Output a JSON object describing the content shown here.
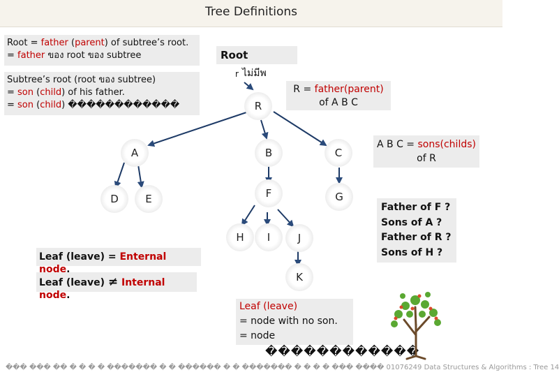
{
  "title": "Tree Definitions",
  "left_box": {
    "line1_a": "Root = ",
    "line1_b": "father",
    "line1_c": " (",
    "line1_d": "parent",
    "line1_e": ")  of subtree’s root.",
    "line2_a": "= ",
    "line2_b": "father",
    "line2_c": " ของ root ของ subtree"
  },
  "left_box2": {
    "line1": "Subtree’s root (root ของ subtree)",
    "line2_a": "= ",
    "line2_b": "son",
    "line2_c": " (",
    "line2_d": "child",
    "line2_e": ") of his father.",
    "line3_a": "= ",
    "line3_b": "son",
    "line3_c": " (",
    "line3_d": "child",
    "line3_e": ") ������������"
  },
  "root_label": "Root",
  "r_label": "r",
  "thai_label": "ไม่มีพ",
  "father_box": {
    "line1_a": "R = ",
    "line1_b": "father(parent)",
    "line2": "of A B C"
  },
  "sons_box": {
    "line1_a": "A B C = ",
    "line1_b": "sons(childs)",
    "line2": "of R"
  },
  "questions": [
    "Father of F ?",
    "Sons of A ?",
    "Father of R ?",
    "Sons of H ?"
  ],
  "leaf_external": {
    "a": "Leaf (leave) = ",
    "b": "Enternal node",
    "c": "."
  },
  "leaf_internal": {
    "a": "Leaf (leave) ",
    "b": "≠",
    "c": " ",
    "d": "Internal node",
    "e": "."
  },
  "leaf_def": {
    "line1": "Leaf (leave)",
    "line2": "= node with no son.",
    "line3": "= node",
    "line4": "������������"
  },
  "footer": "��� ��� �� � � � � ������� � � ������ � � ������� � � � � ���  ����  01076249 Data Structures & Algorithms : Tree 14",
  "nodes": {
    "R": "R",
    "A": "A",
    "B": "B",
    "C": "C",
    "D": "D",
    "E": "E",
    "F": "F",
    "G": "G",
    "H": "H",
    "I": "I",
    "J": "J",
    "K": "K"
  },
  "colors": {
    "red": "#c00000",
    "box_bg": "#ececec",
    "title_bg": "#f6f3ec"
  }
}
